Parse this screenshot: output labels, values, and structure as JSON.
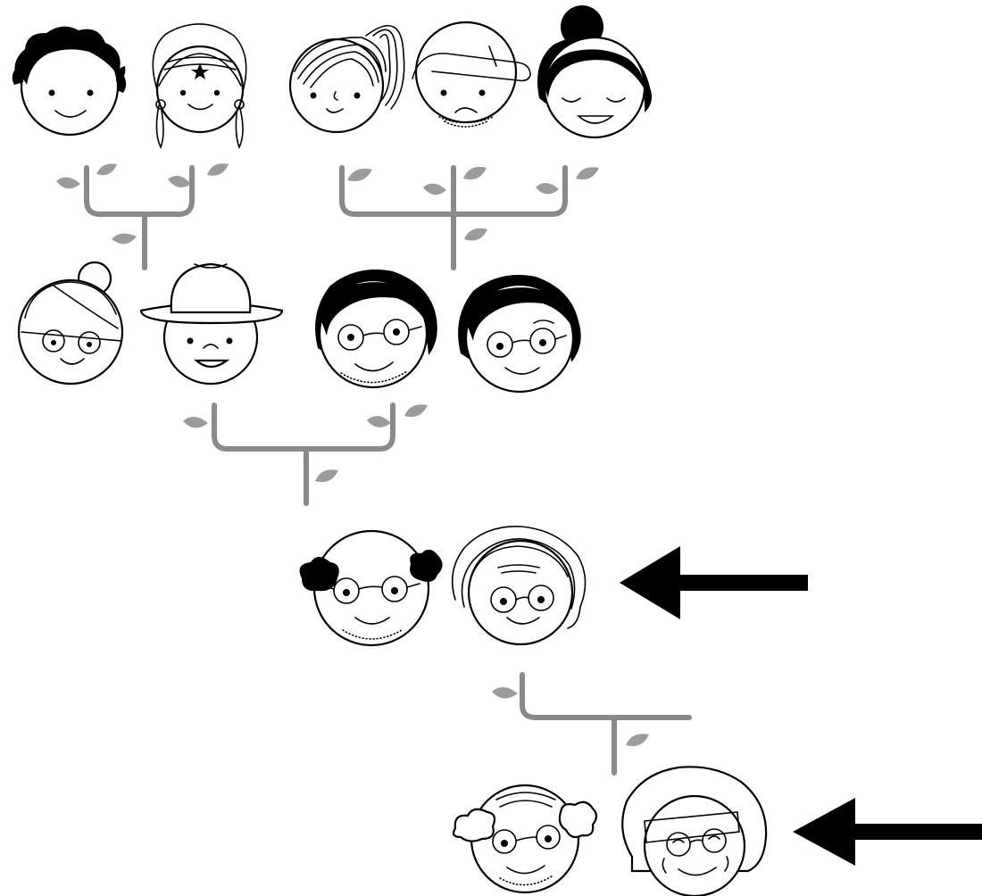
{
  "diagram": {
    "type": "family-tree",
    "colors": {
      "line": "#000000",
      "face_fill": "#ffffff",
      "connector": "#8a8a8a",
      "leaf": "#9b9b9b",
      "arrow": "#000000"
    },
    "generations": [
      {
        "level": 1,
        "couples": [
          {
            "members": [
              "boy-curly-hair",
              "girl-pigtails-star-headband"
            ]
          },
          {
            "members": [
              "girl-striped-ponytail",
              "boy-cap-stubble",
              "woman-hair-bun-curly"
            ]
          }
        ]
      },
      {
        "level": 2,
        "couples": [
          {
            "members": [
              "woman-bun-glasses",
              "man-hat"
            ]
          },
          {
            "members": [
              "man-curly-glasses-stubble",
              "woman-curly-glasses"
            ]
          }
        ]
      },
      {
        "level": 3,
        "highlighted": true,
        "couples": [
          {
            "members": [
              "bald-man-glasses",
              "woman-curly-gray-glasses"
            ]
          }
        ]
      },
      {
        "level": 4,
        "highlighted": true,
        "couples": [
          {
            "members": [
              "old-man-glasses",
              "old-woman-curly-glasses"
            ]
          }
        ]
      }
    ],
    "icons": [
      "face-icon",
      "leaf-icon",
      "arrow-left-icon"
    ]
  }
}
